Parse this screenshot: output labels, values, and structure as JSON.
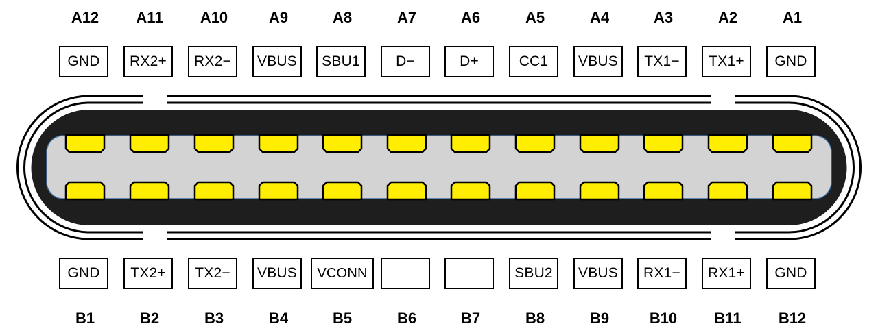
{
  "colors": {
    "contact": "#ffee00",
    "tongue": "#d3d3d3",
    "shell": "#1e1e1e"
  },
  "top_row": [
    {
      "pin": "A12",
      "signal": "GND"
    },
    {
      "pin": "A11",
      "signal": "RX2+"
    },
    {
      "pin": "A10",
      "signal": "RX2−"
    },
    {
      "pin": "A9",
      "signal": "VBUS"
    },
    {
      "pin": "A8",
      "signal": "SBU1"
    },
    {
      "pin": "A7",
      "signal": "D−"
    },
    {
      "pin": "A6",
      "signal": "D+"
    },
    {
      "pin": "A5",
      "signal": "CC1"
    },
    {
      "pin": "A4",
      "signal": "VBUS"
    },
    {
      "pin": "A3",
      "signal": "TX1−"
    },
    {
      "pin": "A2",
      "signal": "TX1+"
    },
    {
      "pin": "A1",
      "signal": "GND"
    }
  ],
  "bottom_row": [
    {
      "pin": "B1",
      "signal": "GND"
    },
    {
      "pin": "B2",
      "signal": "TX2+"
    },
    {
      "pin": "B3",
      "signal": "TX2−"
    },
    {
      "pin": "B4",
      "signal": "VBUS"
    },
    {
      "pin": "B5",
      "signal": "VCONN"
    },
    {
      "pin": "B6",
      "signal": ""
    },
    {
      "pin": "B7",
      "signal": ""
    },
    {
      "pin": "B8",
      "signal": "SBU2"
    },
    {
      "pin": "B9",
      "signal": "VBUS"
    },
    {
      "pin": "B10",
      "signal": "RX1−"
    },
    {
      "pin": "B11",
      "signal": "RX1+"
    },
    {
      "pin": "B12",
      "signal": "GND"
    }
  ]
}
